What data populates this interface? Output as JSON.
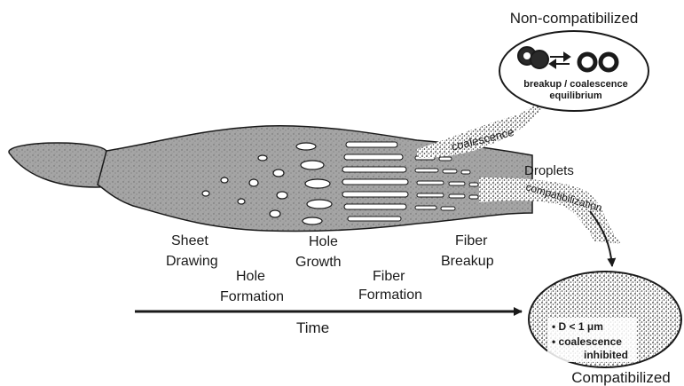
{
  "diagram": {
    "title_top": "Non-compatibilized",
    "title_bottom": "Compatibilized",
    "top_bubble": {
      "line1": "breakup / coalescence",
      "line2": "equilibrium"
    },
    "bottom_bubble": {
      "line1": "• D < 1 μm",
      "line2": "• coalescence",
      "line3": "inhibited"
    },
    "stream_labels": {
      "coalescence": "coalescence",
      "droplets": "Droplets",
      "compatibilization": "compatibilization"
    },
    "stages": [
      {
        "line1": "Sheet",
        "line2": "Drawing"
      },
      {
        "line1": "Hole",
        "line2": "Formation"
      },
      {
        "line1": "Hole",
        "line2": "Growth"
      },
      {
        "line1": "Fiber",
        "line2": "Formation"
      },
      {
        "line1": "Fiber",
        "line2": "Breakup"
      }
    ],
    "time_label": "Time",
    "colors": {
      "ink": "#1a1a1a",
      "sheet_fill": "#9a9a9a",
      "sheet_dark": "#6f6f6f",
      "hole_fill": "#ffffff"
    }
  }
}
